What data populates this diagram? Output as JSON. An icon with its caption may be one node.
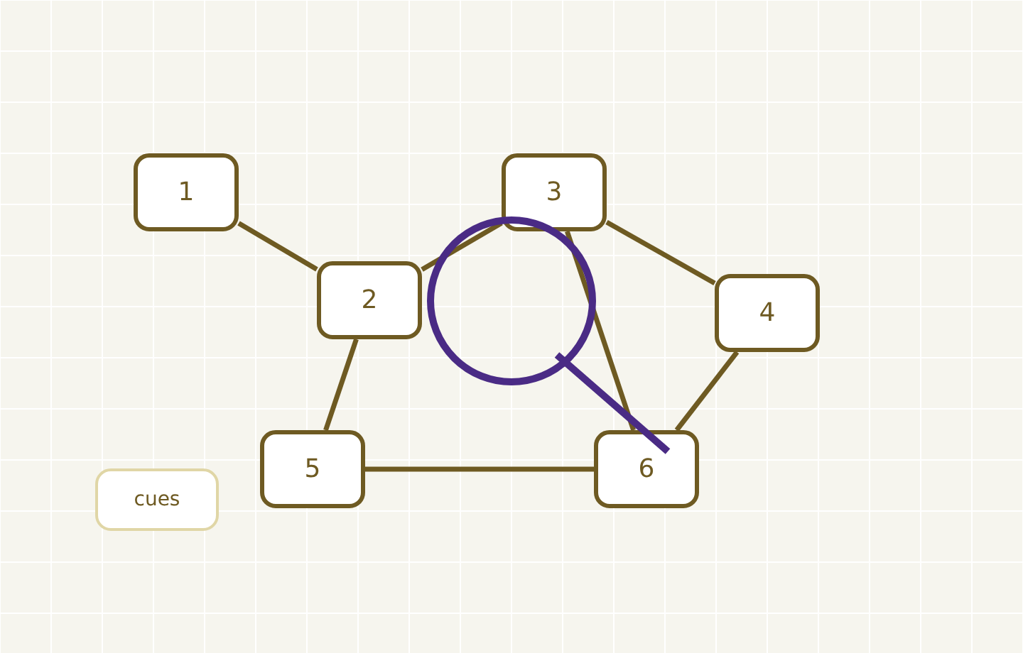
{
  "diagram": {
    "nodes": [
      {
        "text": [
          "1"
        ]
      },
      {
        "text": [
          "2"
        ]
      },
      {
        "text": [
          "3"
        ]
      },
      {
        "text": [
          "4"
        ]
      },
      {
        "text": [
          "5"
        ]
      },
      {
        "text": [
          "6"
        ]
      },
      {
        "text": [
          "cues"
        ]
      }
    ],
    "edges": [
      {
        "from": 0,
        "to": 1,
        "arrow": "none"
      },
      {
        "from": 1,
        "to": 2,
        "arrow": "none"
      },
      {
        "from": 2,
        "to": 3,
        "arrow": "none"
      },
      {
        "from": 2,
        "to": 5,
        "arrow": "none"
      },
      {
        "from": 1,
        "to": 4,
        "arrow": "none"
      },
      {
        "from": 4,
        "to": 5,
        "arrow": "none"
      },
      {
        "from": 3,
        "to": 5,
        "arrow": "none"
      }
    ]
  }
}
